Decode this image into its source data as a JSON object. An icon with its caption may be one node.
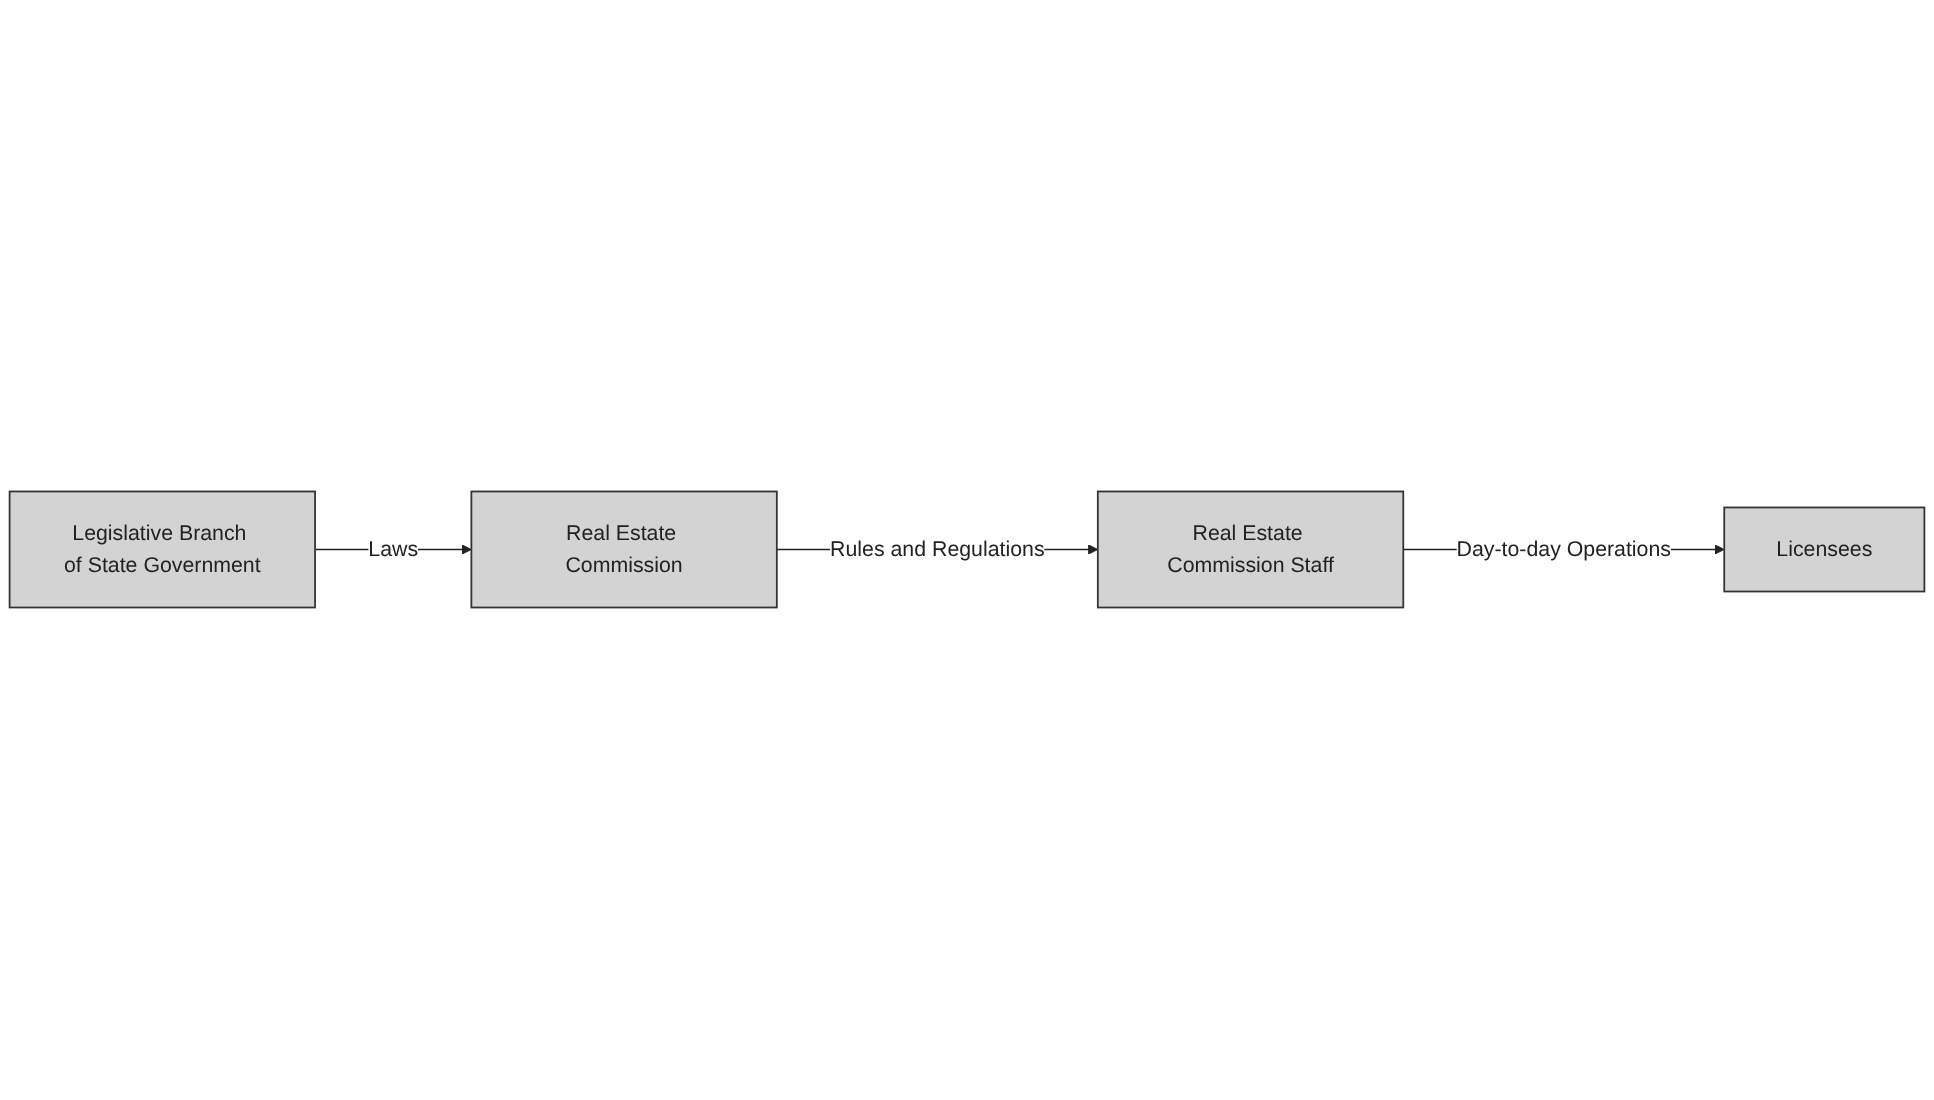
{
  "diagram": {
    "nodes": [
      {
        "text": [
          "Legislative Branch of State Government"
        ]
      },
      {
        "text": [
          "Real Estate Commission"
        ]
      },
      {
        "text": [
          "Real Estate Commission Staff"
        ]
      },
      {
        "text": [
          "Licensees"
        ]
      }
    ],
    "edges": [
      {
        "from": 0,
        "to": 1,
        "arrow": "to",
        "label": "Laws"
      },
      {
        "from": 1,
        "to": 2,
        "arrow": "to",
        "label": "Rules and Regulations"
      },
      {
        "from": 2,
        "to": 3,
        "arrow": "to",
        "label": "Day-to-day Operations"
      }
    ]
  }
}
